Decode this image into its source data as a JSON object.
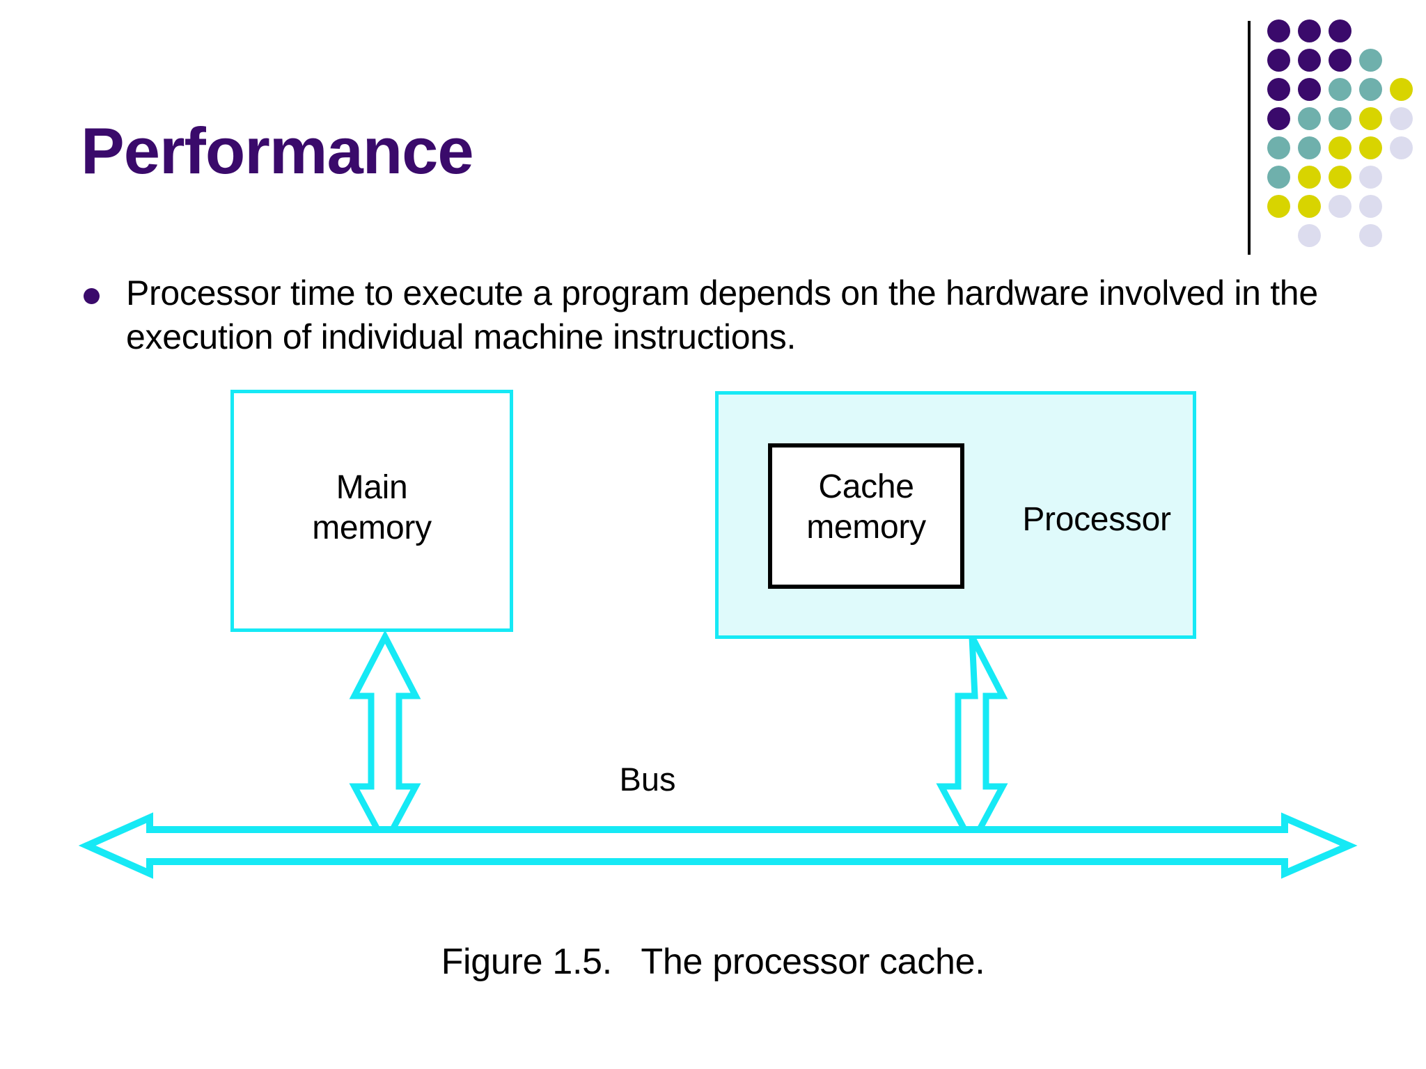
{
  "slide": {
    "title": "Performance",
    "title_color": "#3A0A6B",
    "background_color": "#FFFFFF",
    "bullets": [
      "Processor time to execute a program depends on the hardware involved in the execution of individual machine instructions."
    ],
    "bullet_marker_color": "#3A0A6B",
    "caption": "Figure 1.5.   The processor cache."
  },
  "logo": {
    "name": "dot-matrix-logo",
    "rule_color": "#000000",
    "palette": {
      "purple": "#3A0A6B",
      "teal": "#6FB0AC",
      "yellow": "#D8D400",
      "lavender": "#DCDCEE"
    },
    "rows": [
      [
        "purple",
        "purple",
        "purple"
      ],
      [
        "purple",
        "purple",
        "purple",
        "teal"
      ],
      [
        "purple",
        "purple",
        "teal",
        "teal",
        "yellow"
      ],
      [
        "purple",
        "teal",
        "teal",
        "yellow",
        "lavender"
      ],
      [
        "teal",
        "teal",
        "yellow",
        "yellow",
        "lavender"
      ],
      [
        "teal",
        "yellow",
        "yellow",
        "lavender"
      ],
      [
        "yellow",
        "yellow",
        "lavender",
        "lavender"
      ],
      [
        null,
        "lavender",
        null,
        "lavender"
      ]
    ]
  },
  "diagram": {
    "name": "processor-cache-diagram",
    "accent_color": "#16E9F5",
    "processor_fill": "#DFFAFB",
    "main_memory": {
      "label_line1": "Main",
      "label_line2": "memory"
    },
    "processor": {
      "label": "Processor"
    },
    "cache": {
      "label_line1": "Cache",
      "label_line2": "memory"
    },
    "bus": {
      "label": "Bus"
    },
    "connectors": [
      {
        "name": "main-memory-to-bus",
        "type": "double-headed-vertical-arrow"
      },
      {
        "name": "processor-to-bus",
        "type": "double-headed-vertical-arrow"
      },
      {
        "name": "bus",
        "type": "double-headed-horizontal-arrow"
      }
    ]
  }
}
